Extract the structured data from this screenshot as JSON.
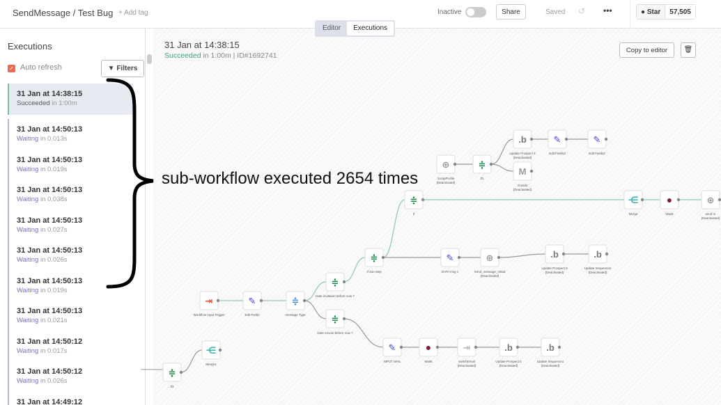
{
  "header": {
    "workflow_title": "SendMessage / Test Bug",
    "add_tag": "+ Add tag",
    "status_label": "Inactive",
    "share": "Share",
    "saved": "Saved",
    "more": "•••",
    "github_star": "Star",
    "github_count": "57,505"
  },
  "tabs": [
    {
      "label": "Editor",
      "active": false
    },
    {
      "label": "Executions",
      "active": true
    }
  ],
  "sidebar": {
    "title": "Executions",
    "auto_refresh": "Auto refresh",
    "auto_refresh_checked": true,
    "filters": "Filters",
    "items": [
      {
        "date": "31 Jan at 14:38:15",
        "status": "Succeeded",
        "detail": "in 1:00m"
      },
      {
        "date": "31 Jan at 14:50:13",
        "status": "Waiting",
        "detail": "in 0.013s"
      },
      {
        "date": "31 Jan at 14:50:13",
        "status": "Waiting",
        "detail": "in 0.019s"
      },
      {
        "date": "31 Jan at 14:50:13",
        "status": "Waiting",
        "detail": "in 0.038s"
      },
      {
        "date": "31 Jan at 14:50:13",
        "status": "Waiting",
        "detail": "in 0.027s"
      },
      {
        "date": "31 Jan at 14:50:13",
        "status": "Waiting",
        "detail": "in 0.026s"
      },
      {
        "date": "31 Jan at 14:50:13",
        "status": "Waiting",
        "detail": "in 0.019s"
      },
      {
        "date": "31 Jan at 14:50:13",
        "status": "Waiting",
        "detail": "in 0.021s"
      },
      {
        "date": "31 Jan at 14:50:12",
        "status": "Waiting",
        "detail": "in 0.017s"
      },
      {
        "date": "31 Jan at 14:50:12",
        "status": "Waiting",
        "detail": "in 0.026s"
      },
      {
        "date": "31 Jan at 14:49:12",
        "status": "",
        "detail": ""
      }
    ]
  },
  "execution": {
    "date": "31 Jan at 14:38:15",
    "status": "Succeeded",
    "detail": "in 1:00m | ID#1692741",
    "copy": "Copy to editor"
  },
  "annotation": "sub-workflow executed 2654 times",
  "colors": {
    "success": "#3aa579",
    "waiting": "#7b6fc4",
    "if": "#1a8a4a",
    "edit": "#3b3bd6",
    "wait": "#7a1f3a",
    "trigger": "#e8503a",
    "merge": "#3ab0b0"
  },
  "nodes": [
    {
      "label": "Workflow Input Trigger",
      "icon": "trigger-icon"
    },
    {
      "label": "Edit Fields",
      "icon": "pencil-icon"
    },
    {
      "label": "message Type",
      "icon": "switch-icon"
    },
    {
      "label": "Date invitation before now ?",
      "icon": "if-icon"
    },
    {
      "label": "Date envoie before now ?",
      "icon": "if-icon"
    },
    {
      "label": "If duo-step",
      "icon": "if-icon"
    },
    {
      "label": "If",
      "icon": "if-icon"
    },
    {
      "label": "DATA msg 1",
      "icon": "pencil-icon"
    },
    {
      "label": "Send_message_mitad (Deactivated)",
      "icon": "globe-icon"
    },
    {
      "label": "Update Prospect 6 (Deactivated)",
      "icon": "bubble-icon"
    },
    {
      "label": "Update Sequence2 (Deactivated)",
      "icon": "bubble-icon"
    },
    {
      "label": "ScrapProfile (Deactivated)",
      "icon": "globe-icon"
    },
    {
      "label": "If1",
      "icon": "if-icon"
    },
    {
      "label": "Update Prospect 4 (Deactivated)",
      "icon": "bubble-icon"
    },
    {
      "label": "Edit Fields3",
      "icon": "pencil-icon"
    },
    {
      "label": "Edit Fields2",
      "icon": "pencil-icon"
    },
    {
      "label": "Gmail3 (Deactivated)",
      "icon": "gmail-icon"
    },
    {
      "label": "Merge",
      "icon": "merge-icon"
    },
    {
      "label": "Wait4",
      "icon": "wait-icon"
    },
    {
      "label": "send m (Deactivated)",
      "icon": "globe-icon"
    },
    {
      "label": "INPUT MAIL",
      "icon": "pencil-icon"
    },
    {
      "label": "Wait5",
      "icon": "wait-icon"
    },
    {
      "label": "switchEmail (Deactivated)",
      "icon": "subworkflow-icon"
    },
    {
      "label": "Update Prospect 5 (Deactivated)",
      "icon": "bubble-icon"
    },
    {
      "label": "Update Sequence1 (Deactivated)",
      "icon": "bubble-icon"
    },
    {
      "label": "Merge1",
      "icon": "merge-icon"
    },
    {
      "label": "If2",
      "icon": "if-icon"
    }
  ]
}
